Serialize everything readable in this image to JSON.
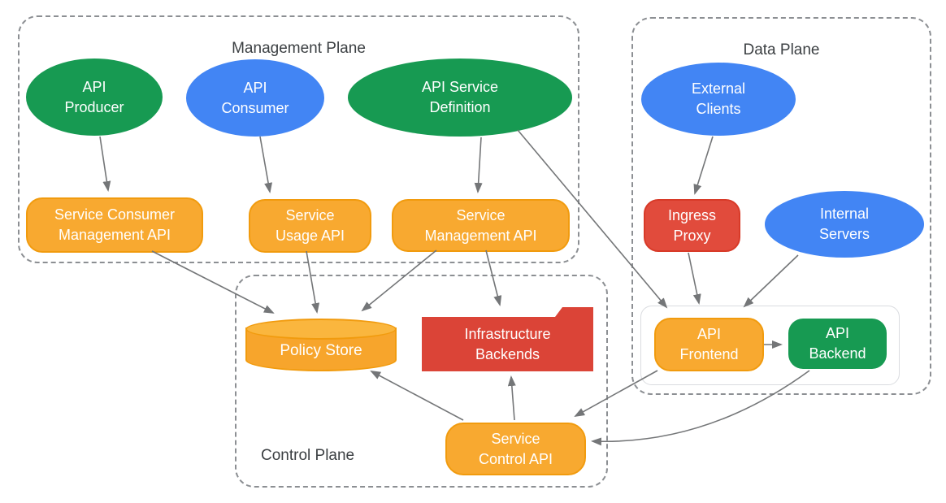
{
  "planes": {
    "management": {
      "title": "Management Plane"
    },
    "data": {
      "title": "Data Plane"
    },
    "control": {
      "title": "Control Plane"
    }
  },
  "nodes": {
    "api_producer": {
      "label": "API\nProducer",
      "shape": "ellipse",
      "color": "green"
    },
    "api_consumer": {
      "label": "API\nConsumer",
      "shape": "ellipse",
      "color": "blue"
    },
    "api_service_definition": {
      "label": "API Service\nDefinition",
      "shape": "ellipse",
      "color": "green"
    },
    "service_consumer_management_api": {
      "label": "Service Consumer\nManagement API",
      "shape": "rounded-rect",
      "color": "orange"
    },
    "service_usage_api": {
      "label": "Service\nUsage API",
      "shape": "rounded-rect",
      "color": "orange"
    },
    "service_management_api": {
      "label": "Service\nManagement API",
      "shape": "rounded-rect",
      "color": "orange"
    },
    "external_clients": {
      "label": "External\nClients",
      "shape": "ellipse",
      "color": "blue"
    },
    "ingress_proxy": {
      "label": "Ingress\nProxy",
      "shape": "rounded-rect",
      "color": "red"
    },
    "internal_servers": {
      "label": "Internal\nServers",
      "shape": "ellipse",
      "color": "blue"
    },
    "api_frontend": {
      "label": "API\nFrontend",
      "shape": "rounded-rect",
      "color": "orange"
    },
    "api_backend": {
      "label": "API\nBackend",
      "shape": "rounded-rect",
      "color": "green"
    },
    "policy_store": {
      "label": "Policy Store",
      "shape": "cylinder",
      "color": "orange"
    },
    "infrastructure_backends": {
      "label": "Infrastructure\nBackends",
      "shape": "folder",
      "color": "red"
    },
    "service_control_api": {
      "label": "Service\nControl API",
      "shape": "rounded-rect",
      "color": "orange"
    }
  },
  "edges": [
    {
      "from": "api_producer",
      "to": "service_consumer_management_api"
    },
    {
      "from": "api_consumer",
      "to": "service_usage_api"
    },
    {
      "from": "api_service_definition",
      "to": "service_management_api"
    },
    {
      "from": "api_service_definition",
      "to": "api_frontend"
    },
    {
      "from": "service_consumer_management_api",
      "to": "policy_store"
    },
    {
      "from": "service_usage_api",
      "to": "policy_store"
    },
    {
      "from": "service_management_api",
      "to": "policy_store"
    },
    {
      "from": "service_management_api",
      "to": "infrastructure_backends"
    },
    {
      "from": "external_clients",
      "to": "ingress_proxy"
    },
    {
      "from": "ingress_proxy",
      "to": "api_frontend"
    },
    {
      "from": "internal_servers",
      "to": "api_frontend"
    },
    {
      "from": "api_frontend",
      "to": "api_backend"
    },
    {
      "from": "api_frontend",
      "to": "service_control_api"
    },
    {
      "from": "api_backend",
      "to": "service_control_api"
    },
    {
      "from": "service_control_api",
      "to": "policy_store"
    },
    {
      "from": "service_control_api",
      "to": "infrastructure_backends"
    }
  ],
  "colors": {
    "green": "#179A52",
    "blue": "#4285F4",
    "orange_fill": "#F8A930",
    "orange_border": "#F19B0E",
    "red_fill": "#E14B3C",
    "red_border": "#D83A28",
    "folder_red": "#DB4437",
    "arrow_gray": "#747678",
    "dashed_border_gray": "#8C8F93",
    "title_text": "#3C4043"
  }
}
